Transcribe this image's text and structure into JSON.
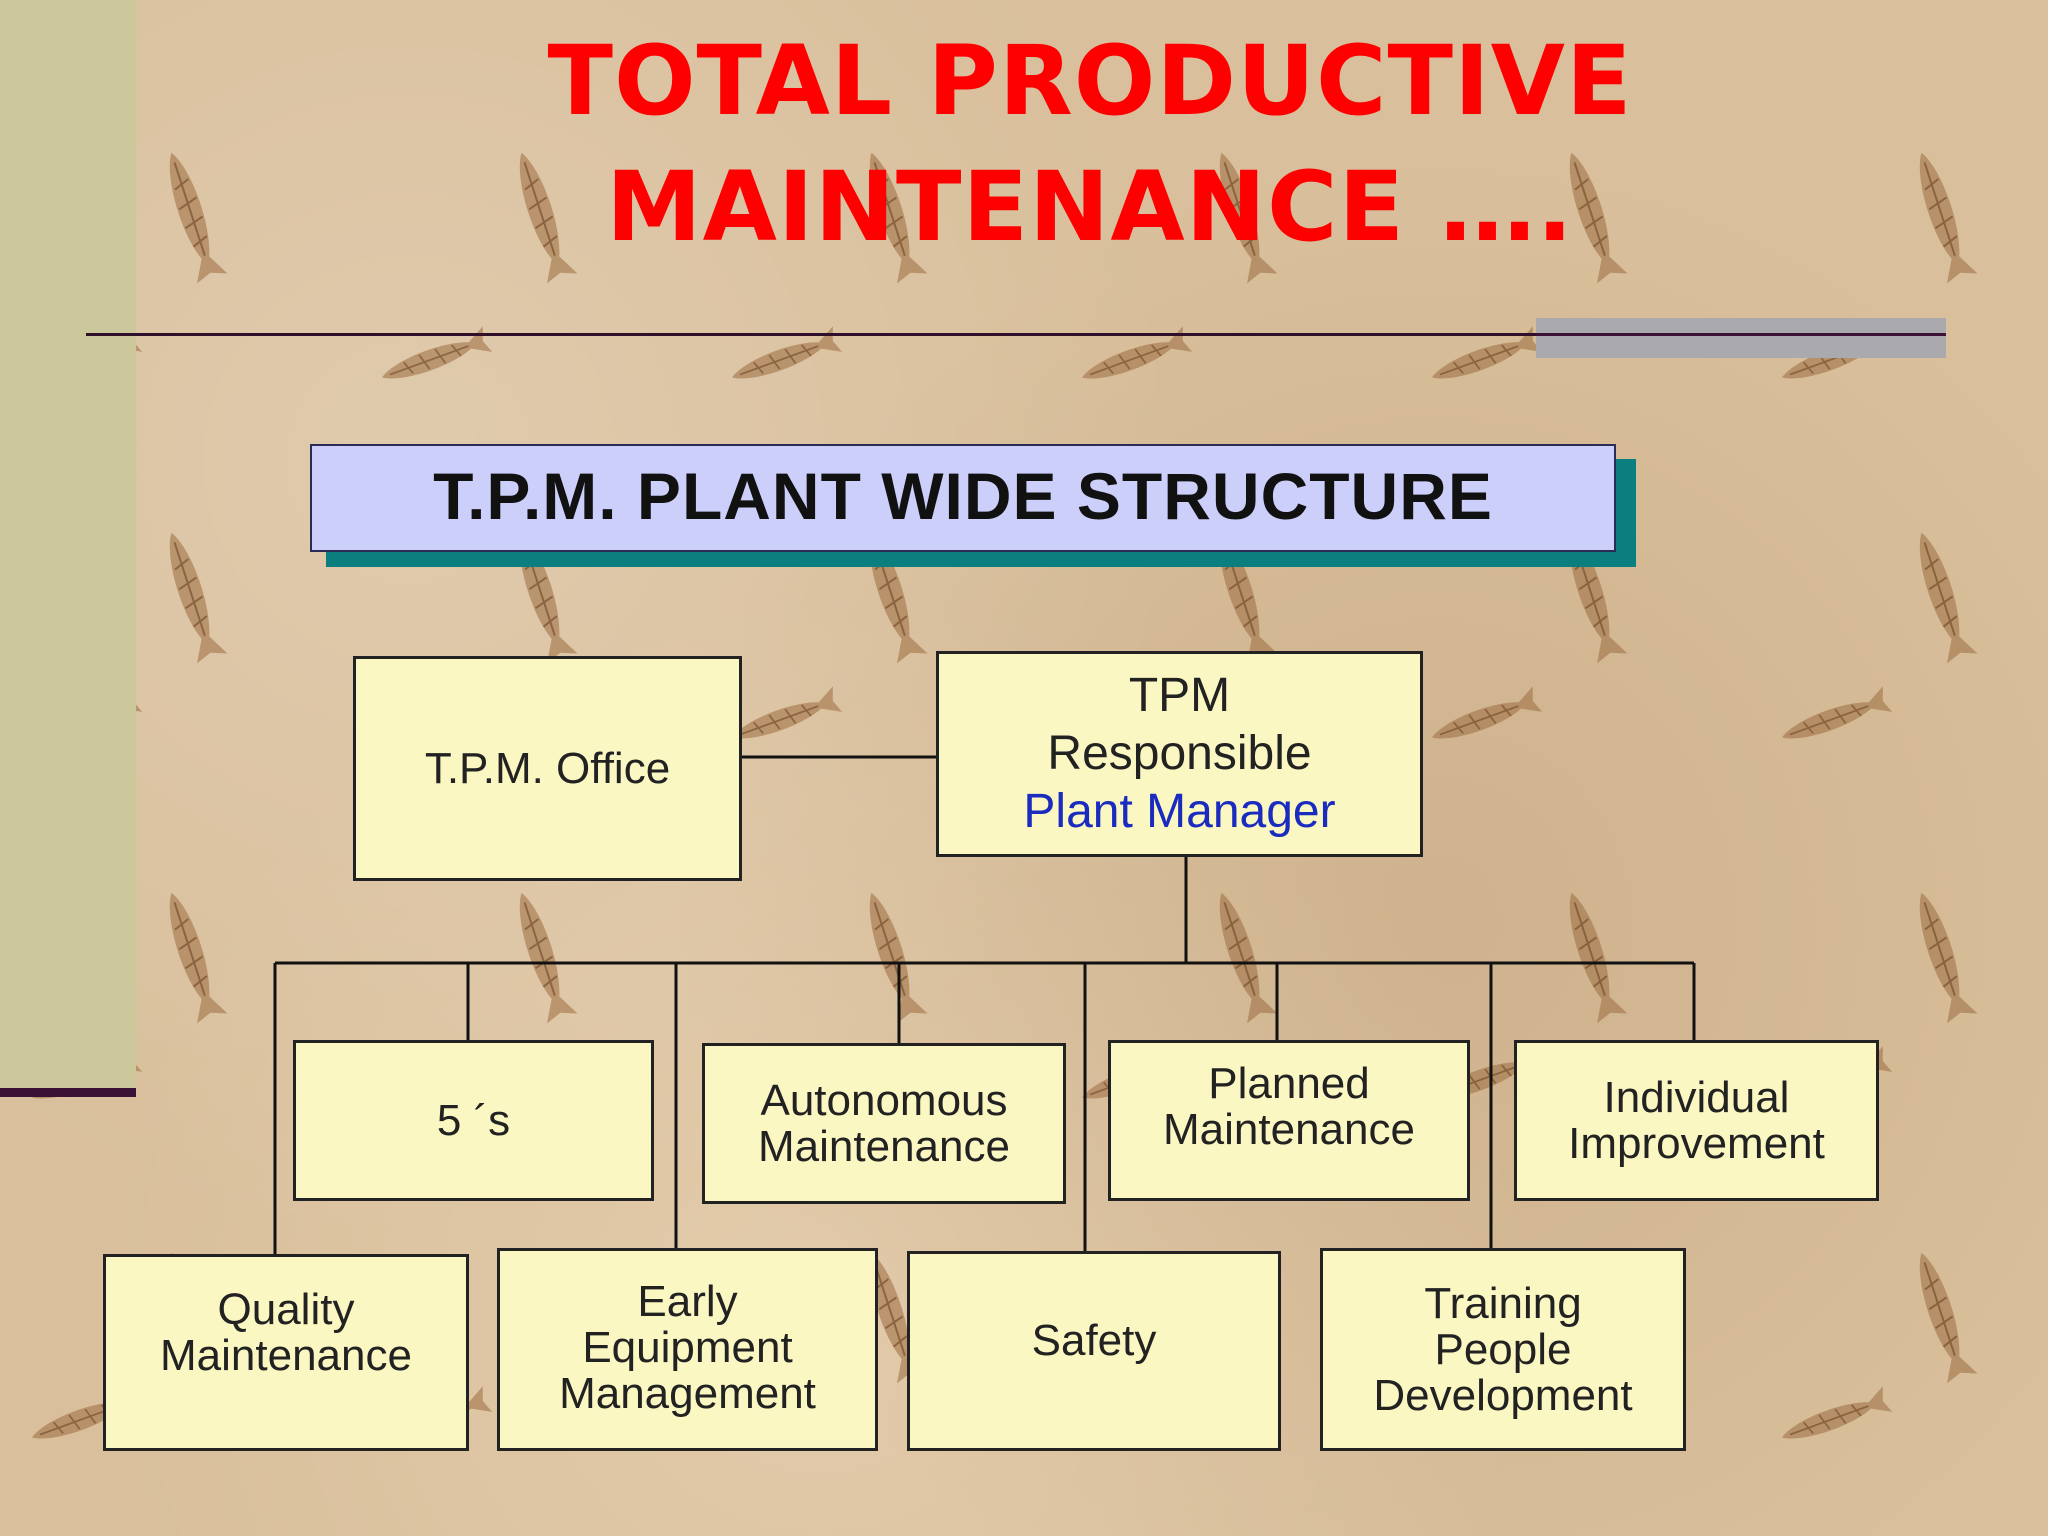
{
  "title": {
    "line1": "TOTAL PRODUCTIVE",
    "line2": "MAINTENANCE …."
  },
  "banner": "T.P.M. PLANT WIDE STRUCTURE",
  "colors": {
    "title": "#ff0000",
    "banner_bg": "#cccff9",
    "banner_shadow": "#0b7f80",
    "box_bg": "#fbf7c2",
    "highlight_text": "#1a2bbf"
  },
  "nodes": {
    "office": "T.P.M. Office",
    "responsible": {
      "line1": "TPM",
      "line2": "Responsible",
      "line3": "Plant Manager"
    },
    "fives": "5 ´s",
    "autonomous": {
      "line1": "Autonomous",
      "line2": "Maintenance"
    },
    "planned": {
      "line1": "Planned",
      "line2": "Maintenance"
    },
    "individual": {
      "line1": "Individual",
      "line2": "Improvement"
    },
    "quality": {
      "line1": "Quality",
      "line2": "Maintenance"
    },
    "early": {
      "line1": "Early",
      "line2": "Equipment",
      "line3": "Management"
    },
    "safety": "Safety",
    "training": {
      "line1": "Training",
      "line2": "People",
      "line3": "Development"
    }
  }
}
